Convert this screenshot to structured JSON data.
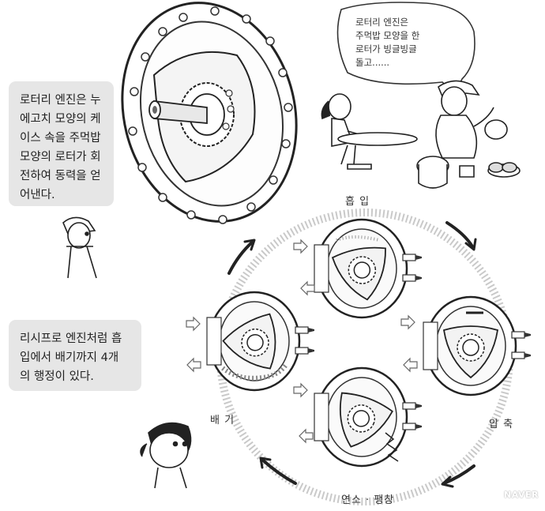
{
  "captions": {
    "rotary_description": [
      "로터리 엔진은 누",
      "에고치 모양의 케",
      "이스 속을 주먹밥",
      "모양의 로터가 회",
      "전하여 동력을 얻",
      "어낸다."
    ],
    "four_strokes": [
      "리시프로 엔진처럼 흡",
      "입에서 배기까지 4개",
      "의 행정이 있다."
    ]
  },
  "speech_bubble": {
    "lines": [
      "로터리 엔진은",
      "주먹밥 모양을 한",
      "로터가 빙글빙글",
      "돌고......"
    ]
  },
  "strokes": {
    "intake": "흡 입",
    "compression": "압 축",
    "combustion": "연소 · 팽창",
    "exhaust": "배 기"
  },
  "watermark": "NAVER"
}
